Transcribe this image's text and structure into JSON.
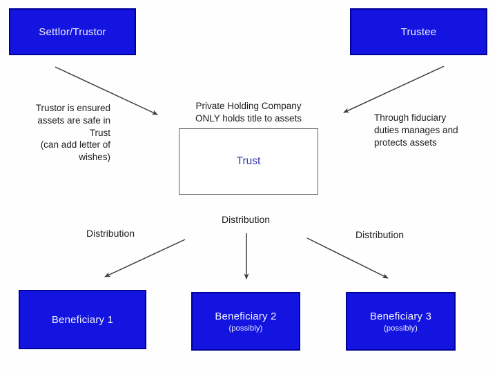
{
  "theme": {
    "canvas-bg": "#fefefe",
    "node-fill": "#1414e0",
    "node-border": "#000099",
    "node-text": "#f2f2ff",
    "trust-fill": "#ffffff",
    "trust-border": "#5a5a5a",
    "trust-text": "#3636b4",
    "note-text": "#1c1c1c",
    "arrow-color": "#3d3d3d"
  },
  "nodes": {
    "settlor": {
      "label": "Settlor/Trustor"
    },
    "trustee": {
      "label": "Trustee"
    },
    "trust": {
      "label": "Trust"
    },
    "beneficiary1": {
      "label": "Beneficiary 1"
    },
    "beneficiary2": {
      "label": "Beneficiary 2",
      "sublabel": "(possibly)"
    },
    "beneficiary3": {
      "label": "Beneficiary 3",
      "sublabel": "(possibly)"
    }
  },
  "notes": {
    "left": "Trustor is ensured\nassets are safe in\nTrust\n(can add letter of\nwishes)",
    "center": "Private Holding Company\nONLY holds title to assets",
    "right": "Through fiduciary\nduties manages and\nprotects assets"
  },
  "labels": {
    "distribution_left": "Distribution",
    "distribution_middle": "Distribution",
    "distribution_right": "Distribution"
  }
}
